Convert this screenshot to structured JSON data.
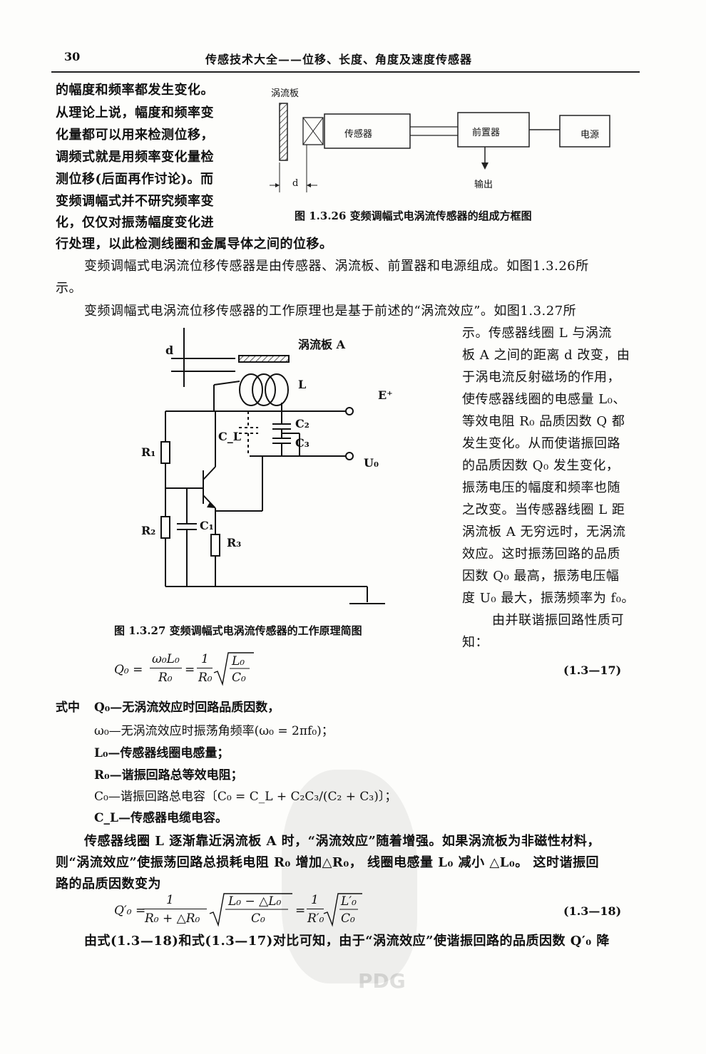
{
  "header": {
    "page_number": "30",
    "title": "传感技术大全——位移、长度、角度及速度传感器"
  },
  "intro_lines": [
    "的幅度和频率都发生变化。",
    "从理论上说，幅度和频率变",
    "化量都可以用来检测位移，",
    "调频式就是用频率变化量检",
    "测位移(后面再作讨论)。而",
    "变频调幅式并不研究频率变",
    "化，仅仅对振荡幅度变化进",
    "行处理，以此检测线圈和金属导体之间的位移。"
  ],
  "figure_1_3_26": {
    "label_plate": "涡流板",
    "label_sensor": "传感器",
    "label_preamp": "前置器",
    "label_power": "电源",
    "label_output": "输出",
    "label_d": "d",
    "caption": "图 1.3.26   变频调幅式电涡流传感器的组成方框图"
  },
  "para1": [
    "变频调幅式电涡流位移传感器是由传感器、涡流板、前置器和电源组成。如图1.3.26所",
    "示。"
  ],
  "para2_first": "变频调幅式电涡流位移传感器的工作原理也是基于前述的“涡流效应”。如图1.3.27所",
  "para2_side": [
    "示。传感器线圈 L 与涡流",
    "板 A 之间的距离 d 改变，由",
    "于涡电流反射磁场的作用，",
    "使传感器线圈的电感量 L₀、",
    "等效电阻 R₀ 品质因数 Q 都",
    "发生变化。从而使谐振回路",
    "的品质因数 Q₀ 发生变化，",
    "振荡电压的幅度和频率也随",
    "之改变。当传感器线圈 L 距",
    "涡流板 A 无穷远时，无涡流",
    "效应。这时振荡回路的品质",
    "因数 Q₀ 最高，振荡电压幅",
    "度 U₀ 最大，振荡频率为 f₀。",
    "由并联谐振回路性质可",
    "知："
  ],
  "figure_1_3_27": {
    "label_plate": "涡流板  A",
    "label_d": "d",
    "label_L": "L",
    "label_E": "E⁺",
    "label_U0": "U₀",
    "label_R1": "R₁",
    "label_R2": "R₂",
    "label_R3": "R₃",
    "label_C1": "C₁",
    "label_C2": "C₂",
    "label_C3": "C₃",
    "label_CL": "C_L",
    "caption": "图 1.3.27   变频调幅式电涡流传感器的工作原理简图"
  },
  "eq17": {
    "lhs": "Q₀ =",
    "frac1_num": "ω₀L₀",
    "frac1_den": "R₀",
    "mid": "=",
    "frac2_num": "1",
    "frac2_den": "R₀",
    "sqrt_num": "L₀",
    "sqrt_den": "C₀",
    "number": "(1.3—17)"
  },
  "defs_intro": "式中",
  "defs": [
    "Q₀—无涡流效应时回路品质因数，",
    "ω₀—无涡流效应时振荡角频率(ω₀ = 2πf₀)；",
    "L₀—传感器线圈电感量；",
    "R₀—谐振回路总等效电阻；",
    "C₀—谐振回路总电容〔C₀ = C_L + C₂C₃/(C₂ + C₃)〕；",
    "C_L—传感器电缆电容。"
  ],
  "para3": [
    "传感器线圈 L 逐渐靠近涡流板 A 时，“涡流效应”随着增强。如果涡流板为非磁性材料，",
    "则“涡流效应”使振荡回路总损耗电阻 R₀ 增加△R₀，  线圈电感量 L₀ 减小 △L₀。 这时谐振回",
    "路的品质因数变为"
  ],
  "eq18": {
    "lhs": "Q′₀ =",
    "frac1_num": "1",
    "frac1_den": "R₀ + △R₀",
    "sqrt1_num": "L₀ − △L₀",
    "sqrt1_den": "C₀",
    "mid": "=",
    "frac2_num": "1",
    "frac2_den": "R′₀",
    "sqrt2_num": "L′₀",
    "sqrt2_den": "C₀",
    "number": "(1.3—18)"
  },
  "para4": "由式(1.3—18)和式(1.3—17)对比可知，由于“涡流效应”使谐振回路的品质因数 Q′₀ 降",
  "watermark": "PDG"
}
